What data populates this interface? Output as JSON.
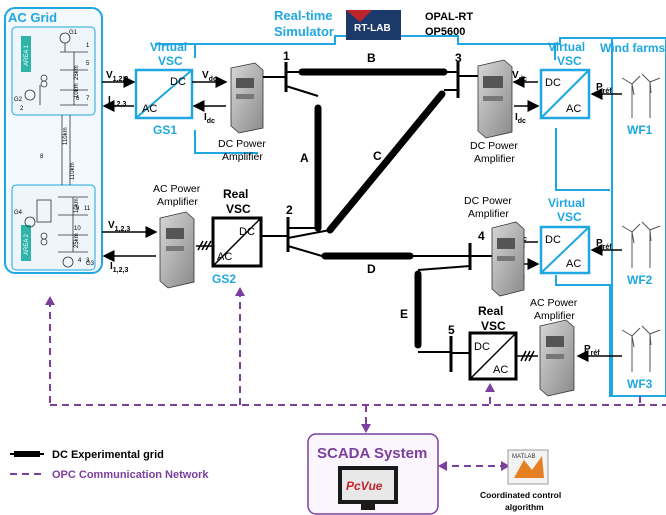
{
  "header": {
    "ac_grid": "AC Grid",
    "realtime_line1": "Real-time",
    "realtime_line2": "Simulator",
    "rtlab_logo": "RT-LAB",
    "opal_line1": "OPAL-RT",
    "opal_line2": "OP5600",
    "wind_farms": "Wind farms"
  },
  "grid_panels": {
    "area1": "AREA 1",
    "area2": "AREA 2",
    "g1": "G1",
    "g2": "G2",
    "g3": "G3",
    "g4": "G4",
    "n1": "1",
    "n2": "2",
    "n3": "3",
    "n4": "4",
    "n5": "5",
    "n6": "6",
    "n7": "7",
    "n8": "8",
    "n9": "9",
    "n10": "10",
    "n11": "11",
    "l1": "25km",
    "l2": "10km",
    "l3": "110km",
    "l4": "110km",
    "l5": "10km",
    "l6": "25km"
  },
  "signals": {
    "v_main": "V",
    "v_sub": "1,2,3",
    "i_main": "I",
    "i_sub": "1,2,3",
    "vdc_main": "V",
    "vdc_sub": "dc",
    "idc_main": "I",
    "idc_sub": "dc",
    "pref_main": "P",
    "pref_sub": "réf"
  },
  "converters": {
    "virtual_line1": "Virtual",
    "virtual_line2": "VSC",
    "real_line1": "Real",
    "real_line2": "VSC",
    "dc": "DC",
    "ac": "AC",
    "gs1": "GS1",
    "gs2": "GS2"
  },
  "amplifiers": {
    "dc_line1": "DC Power",
    "dc_line2": "Amplifier",
    "ac_line1": "AC Power",
    "ac_line2": "Amplifier"
  },
  "dc_grid": {
    "node1": "1",
    "node2": "2",
    "node3": "3",
    "node4": "4",
    "node5": "5",
    "line_a": "A",
    "line_b": "B",
    "line_c": "C",
    "line_d": "D",
    "line_e": "E"
  },
  "wind": {
    "wf1": "WF1",
    "wf2": "WF2",
    "wf3": "WF3"
  },
  "legend": {
    "dc_grid": "DC Experimental grid",
    "opc": "OPC Communication Network"
  },
  "scada": {
    "title": "SCADA System",
    "pcvue": "PcVue",
    "matlab": "MATLAB",
    "algo_line1": "Coordinated control",
    "algo_line2": "algorithm"
  },
  "colors": {
    "accent_blue": "#1ea7e1",
    "opc_purple": "#7b3f9e",
    "black": "#000000"
  }
}
